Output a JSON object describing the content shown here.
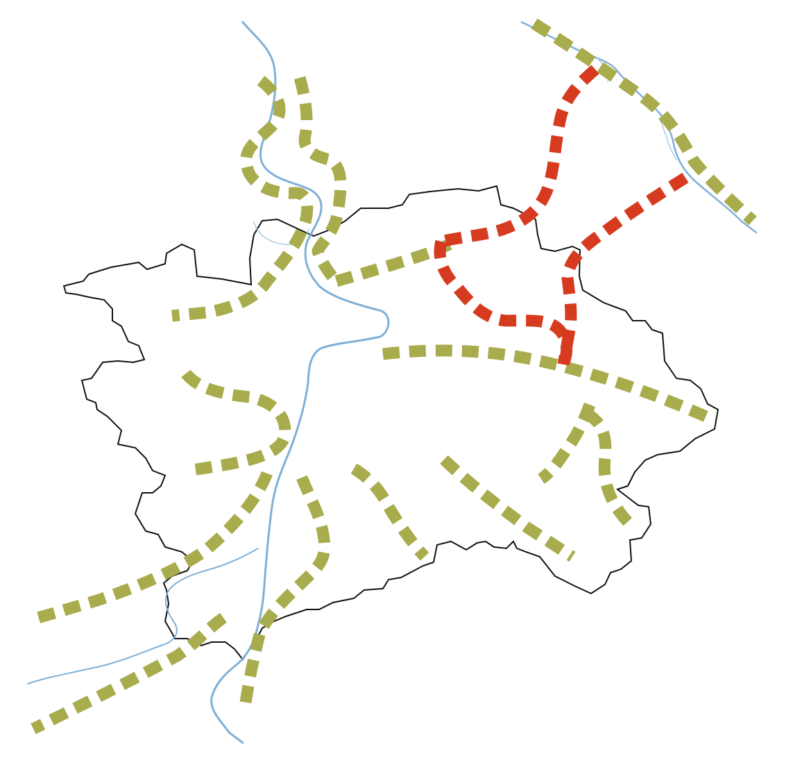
{
  "map": {
    "colors": {
      "background": "#ffffff",
      "boundary": "#111111",
      "river": "#7fb0d6",
      "corridor_green": "#a8ac4c",
      "corridor_red": "#d63a1f"
    },
    "layers": [
      "city-boundary",
      "river",
      "green-corridors",
      "red-corridors"
    ]
  }
}
